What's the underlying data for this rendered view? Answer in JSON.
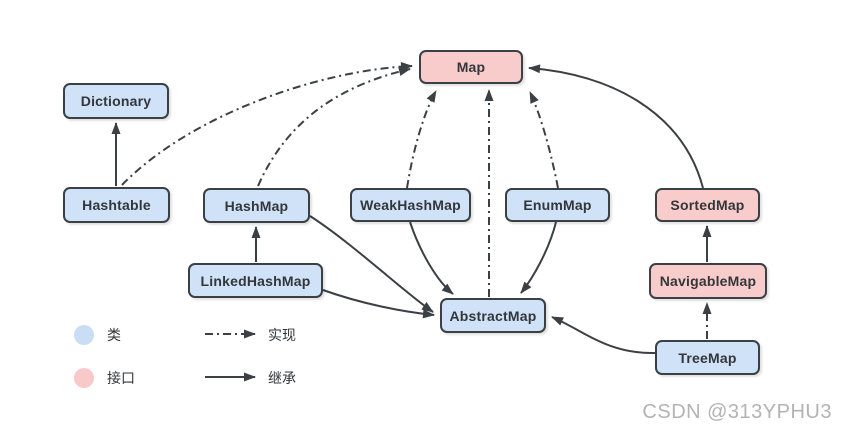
{
  "diagram": {
    "title_hint": "Java Map hierarchy diagram",
    "nodes": [
      {
        "id": "map",
        "label": "Map",
        "type": "interface"
      },
      {
        "id": "dictionary",
        "label": "Dictionary",
        "type": "class"
      },
      {
        "id": "hashtable",
        "label": "Hashtable",
        "type": "class"
      },
      {
        "id": "hashmap",
        "label": "HashMap",
        "type": "class"
      },
      {
        "id": "weakhashmap",
        "label": "WeakHashMap",
        "type": "class"
      },
      {
        "id": "enummap",
        "label": "EnumMap",
        "type": "class"
      },
      {
        "id": "sortedmap",
        "label": "SortedMap",
        "type": "interface"
      },
      {
        "id": "linkedhashmap",
        "label": "LinkedHashMap",
        "type": "class"
      },
      {
        "id": "navigablemap",
        "label": "NavigableMap",
        "type": "interface"
      },
      {
        "id": "abstractmap",
        "label": "AbstractMap",
        "type": "class"
      },
      {
        "id": "treemap",
        "label": "TreeMap",
        "type": "class"
      }
    ],
    "edges": [
      {
        "from": "Hashtable",
        "to": "Dictionary",
        "type": "继承"
      },
      {
        "from": "Hashtable",
        "to": "Map",
        "type": "实现"
      },
      {
        "from": "LinkedHashMap",
        "to": "HashMap",
        "type": "继承"
      },
      {
        "from": "LinkedHashMap",
        "to": "AbstractMap",
        "type": "继承"
      },
      {
        "from": "HashMap",
        "to": "Map",
        "type": "实现"
      },
      {
        "from": "HashMap",
        "to": "AbstractMap",
        "type": "继承"
      },
      {
        "from": "WeakHashMap",
        "to": "Map",
        "type": "实现"
      },
      {
        "from": "WeakHashMap",
        "to": "AbstractMap",
        "type": "继承"
      },
      {
        "from": "EnumMap",
        "to": "Map",
        "type": "实现"
      },
      {
        "from": "EnumMap",
        "to": "AbstractMap",
        "type": "继承"
      },
      {
        "from": "AbstractMap",
        "to": "Map",
        "type": "实现"
      },
      {
        "from": "SortedMap",
        "to": "Map",
        "type": "继承"
      },
      {
        "from": "NavigableMap",
        "to": "SortedMap",
        "type": "继承"
      },
      {
        "from": "TreeMap",
        "to": "NavigableMap",
        "type": "实现"
      },
      {
        "from": "TreeMap",
        "to": "AbstractMap",
        "type": "继承"
      }
    ],
    "legend": {
      "class_label": "类",
      "interface_label": "接口",
      "implements_label": "实现",
      "extends_label": "继承"
    },
    "colors": {
      "class_fill": "#cfe2f7",
      "interface_fill": "#f9cccc",
      "stroke": "#3b4045",
      "watermark": "#b3b3b3"
    },
    "watermark": "CSDN @313YPHU3"
  }
}
